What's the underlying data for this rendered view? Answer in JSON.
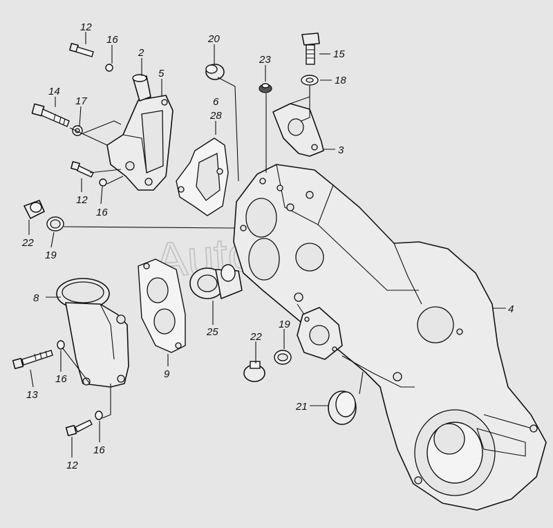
{
  "watermark": "Autosoft",
  "callouts": {
    "c12a": "12",
    "c16a": "16",
    "c2": "2",
    "c5": "5",
    "c14": "14",
    "c17": "17",
    "c12b": "12",
    "c16b": "16",
    "c20": "20",
    "c6": "6",
    "c28": "28",
    "c23": "23",
    "c15": "15",
    "c18": "18",
    "c3": "3",
    "c22a": "22",
    "c19a": "19",
    "c8": "8",
    "c9": "9",
    "c25": "25",
    "c22b": "22",
    "c19b": "19",
    "c4": "4",
    "c13": "13",
    "c16c": "16",
    "c21": "21",
    "c12c": "12",
    "c16d": "16"
  },
  "colors": {
    "background": "#e6e6e6",
    "line": "#111111",
    "watermark": "#bcbcbc"
  }
}
